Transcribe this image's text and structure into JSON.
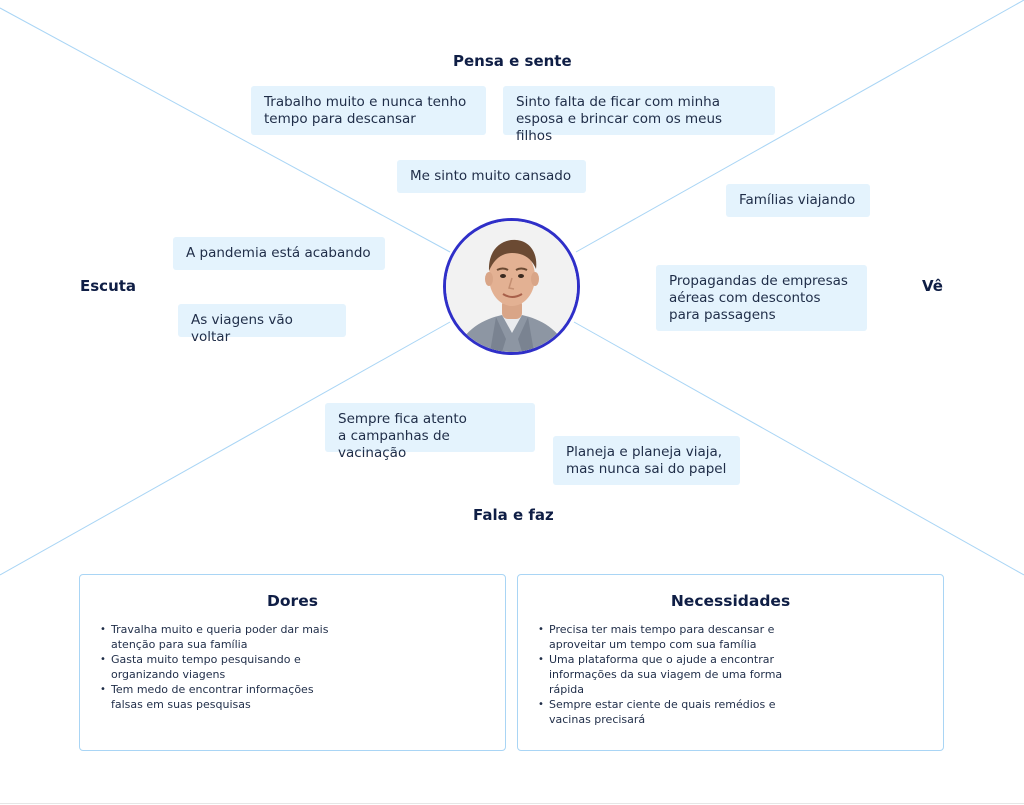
{
  "quadrants": {
    "pensa_sente": "Pensa e sente",
    "escuta": "Escuta",
    "ve": "Vê",
    "fala_faz": "Fala e faz"
  },
  "notes": {
    "pensa_1": "Trabalho muito e nunca tenho\ntempo para descansar",
    "pensa_2": "Sinto falta de ficar com minha\nesposa e brincar com os meus filhos",
    "pensa_3": "Me sinto muito cansado",
    "ve_1": "Famílias viajando",
    "ve_2": "Propagandas de empresas\naéreas com descontos\npara passagens",
    "escuta_1": "A pandemia está acabando",
    "escuta_2": "As viagens vão voltar",
    "fala_1": "Sempre fica atento\na campanhas de vacinação",
    "fala_2": "Planeja e planeja viaja,\nmas nunca sai do papel"
  },
  "panels": {
    "dores": {
      "title": "Dores",
      "items": [
        "Travalha muito e queria poder dar mais\natenção para sua família",
        "Gasta muito tempo pesquisando e\norganizando viagens",
        "Tem medo de encontrar informações\nfalsas em suas pesquisas"
      ]
    },
    "necessidades": {
      "title": "Necessidades",
      "items": [
        "Precisa ter mais tempo para descansar e\naproveitar um tempo com sua família",
        "Uma plataforma que o ajude a encontrar\ninformações da sua viagem de uma forma\nrápida",
        "Sempre estar ciente de quais remédios e\nvacinas precisará"
      ]
    }
  },
  "colors": {
    "divider_line": "#a9d5f5",
    "note_bg": "#e4f3fd",
    "avatar_ring": "#2f2fc8",
    "title_text": "#0f1e45"
  }
}
